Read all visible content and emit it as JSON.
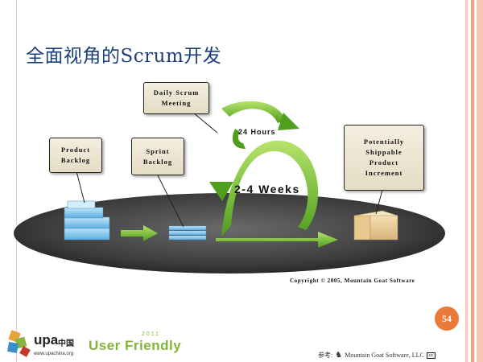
{
  "slide": {
    "title": "全面视角的Scrum开发",
    "page_number": "54"
  },
  "diagram": {
    "daily_scrum_label": "Daily Scrum\nMeeting",
    "product_backlog_label": "Product\nBacklog",
    "sprint_backlog_label": "Sprint\nBacklog",
    "increment_label": "Potentially\nShippable\nProduct\nIncrement",
    "hours_caption": "24 Hours",
    "weeks_caption": "2-4 Weeks",
    "copyright": "Copyright © 2005, Mountain Goat Software"
  },
  "footer": {
    "ref_label": "参考:",
    "ref_source": "Mountain Goat Software, LLC",
    "license_badge": "cc",
    "upa_logo_text": "upa",
    "upa_logo_cn": "中国",
    "upa_url": "www.upachina.org",
    "user_friendly": "User Friendly",
    "user_friendly_year": "2011"
  },
  "colors": {
    "title": "#1a3f7c",
    "arrow_green": "#7cc23a",
    "backlog_blue": "#7fc4ec",
    "ellipse": "#4a4a4a",
    "accent_orange": "#ea7a3a"
  }
}
